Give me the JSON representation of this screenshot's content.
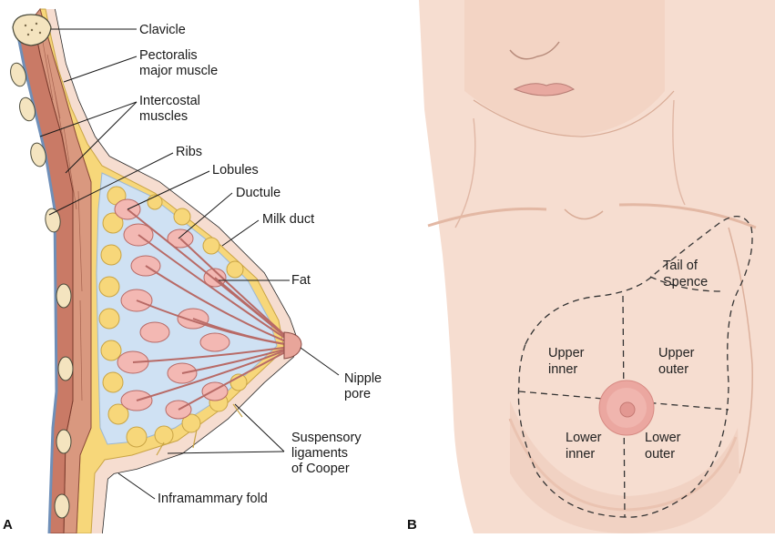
{
  "panelA": {
    "letter": "A",
    "labels": {
      "clavicle": "Clavicle",
      "pectoralis": "Pectoralis\nmajor muscle",
      "intercostal": "Intercostal\nmuscles",
      "ribs": "Ribs",
      "lobules": "Lobules",
      "ductule": "Ductule",
      "milk_duct": "Milk duct",
      "fat": "Fat",
      "nipple_pore": "Nipple\npore",
      "suspensory": "Suspensory\nligaments\nof Cooper",
      "inframammary": "Inframammary fold"
    }
  },
  "panelB": {
    "letter": "B",
    "labels": {
      "tail": "Tail of\nSpence",
      "upper_inner": "Upper\ninner",
      "upper_outer": "Upper\nouter",
      "lower_inner": "Lower\ninner",
      "lower_outer": "Lower\nouter"
    }
  },
  "colors": {
    "skin": "#f6ddd0",
    "skin_shadow": "#ecc2b2",
    "fat_yellow": "#f7d77a",
    "glandular_blue": "#cfe1f3",
    "lobule_pink": "#f3b8b3",
    "muscle_red": "#c97a66",
    "areola": "#e79a94"
  }
}
